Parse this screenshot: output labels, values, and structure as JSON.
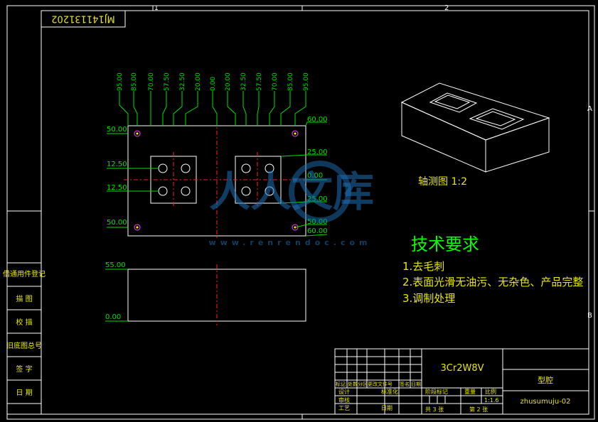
{
  "drawing_number": "MJ141131202",
  "border_zones": {
    "top": [
      "1",
      "2"
    ],
    "right": [
      "A",
      "B"
    ]
  },
  "top_view": {
    "column_dims": [
      "95.00",
      "85.00",
      "70.00",
      "57.50",
      "32.50",
      "20.00",
      "0.00",
      "20.00",
      "32.50",
      "57.50",
      "70.00",
      "85.00",
      "95.00"
    ],
    "left_row_dims": [
      "50.00",
      "12.50",
      "12.50",
      "50.00"
    ],
    "right_row_dims": [
      "60.00",
      "25.00",
      "0.00",
      "25.00",
      "50.00",
      "60.00"
    ]
  },
  "front_view": {
    "dims": [
      "55.00",
      "0.00"
    ]
  },
  "iso_view": {
    "caption": "轴测图 1:2"
  },
  "tech_requirements": {
    "title": "技术要求",
    "items": [
      "1.去毛刺",
      "2.表面光滑无油污、无杂色、产品完整",
      "3.调制处理"
    ]
  },
  "left_strip": {
    "labels": [
      "借通用件登记",
      "描 图",
      "校 描",
      "旧底图总号",
      "签 字",
      "日 期"
    ]
  },
  "title_block": {
    "material": "3Cr2W8V",
    "part_name": "型腔",
    "drawing_code": "zhusumuju-02",
    "rev_headers": [
      "标记",
      "处数",
      "分区",
      "更改文件号",
      "签名",
      "日期"
    ],
    "row_labels": [
      "设计",
      "标准化",
      "审核",
      "工艺",
      "日期"
    ],
    "stage_mark": "阶段标记",
    "weight": "重量",
    "scale_label": "比例",
    "scale": "1:1.6",
    "sheets_total": "共 3 张",
    "sheet_no": "第 2 张"
  },
  "watermark": {
    "main": "人人文库",
    "url": "www.renrendoc.com"
  }
}
